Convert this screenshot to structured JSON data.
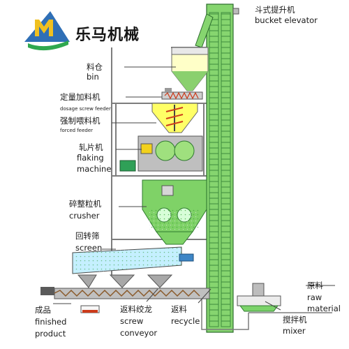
{
  "brand": {
    "name": "乐马机械",
    "colors": {
      "logo_blue": "#2f6fb6",
      "logo_green": "#2fa84f"
    }
  },
  "colors": {
    "frame": "#7d7d7d",
    "machine_green": "#7fd267",
    "elevator_green": "#86d56f",
    "conveyor_brown": "#8a5a2b",
    "screw_red": "#cc3a1a"
  },
  "labels": {
    "bucket_elevator": {
      "zh": "斗式提升机",
      "en": "bucket elevator"
    },
    "bin": {
      "zh": "料仓",
      "en": "bin"
    },
    "dosage_feeder": {
      "zh": "定量加料机",
      "en": "dosage screw feeder"
    },
    "forced_feeder": {
      "zh": "强制喂料机",
      "en": "forced feeder"
    },
    "flaking_machine": {
      "zh": "轧片机",
      "en1": "flaking",
      "en2": "machine"
    },
    "crusher": {
      "zh": "碎整粒机",
      "en": "crusher"
    },
    "screen": {
      "zh": "回转筛",
      "en": "screen"
    },
    "raw_material": {
      "zh": "原料",
      "en1": "raw",
      "en2": "material"
    },
    "mixer": {
      "zh": "搅拌机",
      "en": "mixer"
    },
    "finished_product": {
      "zh": "成品",
      "en1": "finished",
      "en2": "product"
    },
    "screw_conveyor": {
      "zh": "返料绞龙",
      "en1": "screw",
      "en2": "conveyor"
    },
    "recycle": {
      "zh": "返料",
      "en": "recycle"
    }
  }
}
